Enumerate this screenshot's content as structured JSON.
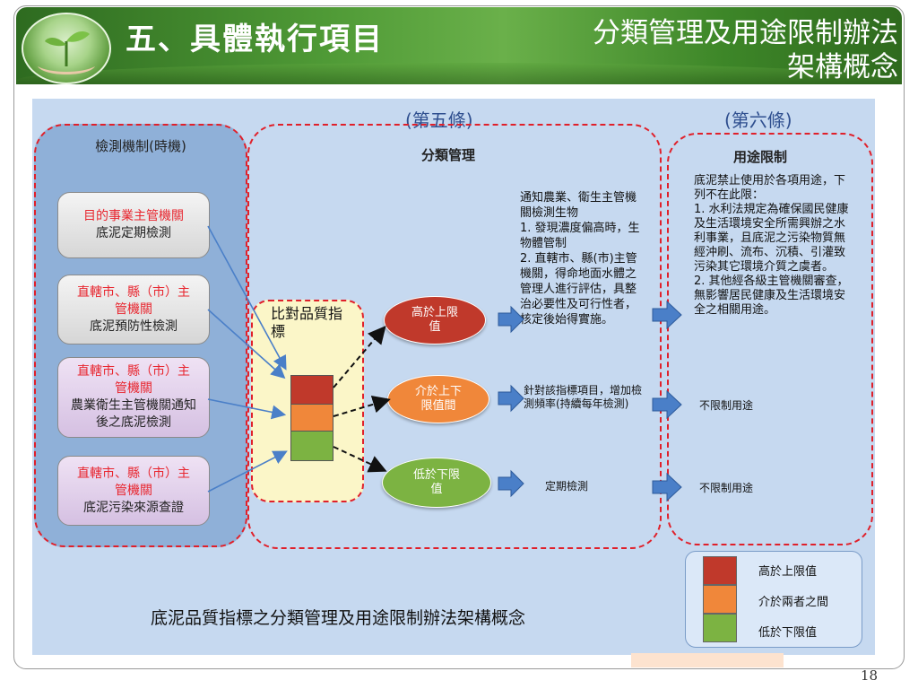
{
  "header": {
    "title": "五、具體執行項目",
    "subtitle_line1": "分類管理及用途限制辦法",
    "subtitle_line2": "架構概念"
  },
  "articles": {
    "fifth": "(第五條)",
    "sixth": "(第六條)"
  },
  "left_column": {
    "title": "檢測機制(時機)",
    "boxes": [
      {
        "red": "目的事業主管機關",
        "black": "底泥定期檢測"
      },
      {
        "red": "直轄市、縣（市）主管機關",
        "black": "底泥預防性檢測"
      },
      {
        "red": "直轄市、縣（市）主管機關",
        "black": "農業衛生主管機關通知後之底泥檢測"
      },
      {
        "red": "直轄市、縣（市）主管機關",
        "black": "底泥污染來源查證"
      }
    ]
  },
  "middle": {
    "title": "分類管理",
    "compare_label": "比對品質指標",
    "levels": [
      {
        "label": "高於上限值",
        "color": "#c0392b"
      },
      {
        "label": "介於上下限值間",
        "color": "#f0873a"
      },
      {
        "label": "低於下限值",
        "color": "#7cb342"
      }
    ],
    "high_text": [
      "通知農業、衛生主管機關檢測生物",
      "1. 發現濃度偏高時，生物體管制",
      "2. 直轄市、縣(市)主管機關，得命地面水體之管理人進行評估，具整治必要性及可行性者，核定後始得實施。"
    ],
    "mid_text": "針對該指標項目，增加檢測頻率(持續每年檢測)",
    "low_text": "定期檢測"
  },
  "right_column": {
    "title": "用途限制",
    "text_intro": "底泥禁止使用於各項用途，下列不在此限：",
    "text_item1": "1. 水利法規定為確保國民健康及生活環境安全所需興辦之水利事業，且底泥之污染物質無經沖刷、流布、沉積、引灌致污染其它環境介質之虞者。",
    "text_item2": "2. 其他經各級主管機關審查，無影響居民健康及生活環境安全之相關用途。",
    "unrestricted_mid": "不限制用途",
    "unrestricted_low": "不限制用途"
  },
  "caption": "底泥品質指標之分類管理及用途限制辦法架構概念",
  "legend": [
    {
      "label": "高於上限值",
      "color": "#c0392b"
    },
    {
      "label": "介於兩者之間",
      "color": "#f0873a"
    },
    {
      "label": "低於下限值",
      "color": "#7cb342"
    }
  ],
  "page_number": "18"
}
